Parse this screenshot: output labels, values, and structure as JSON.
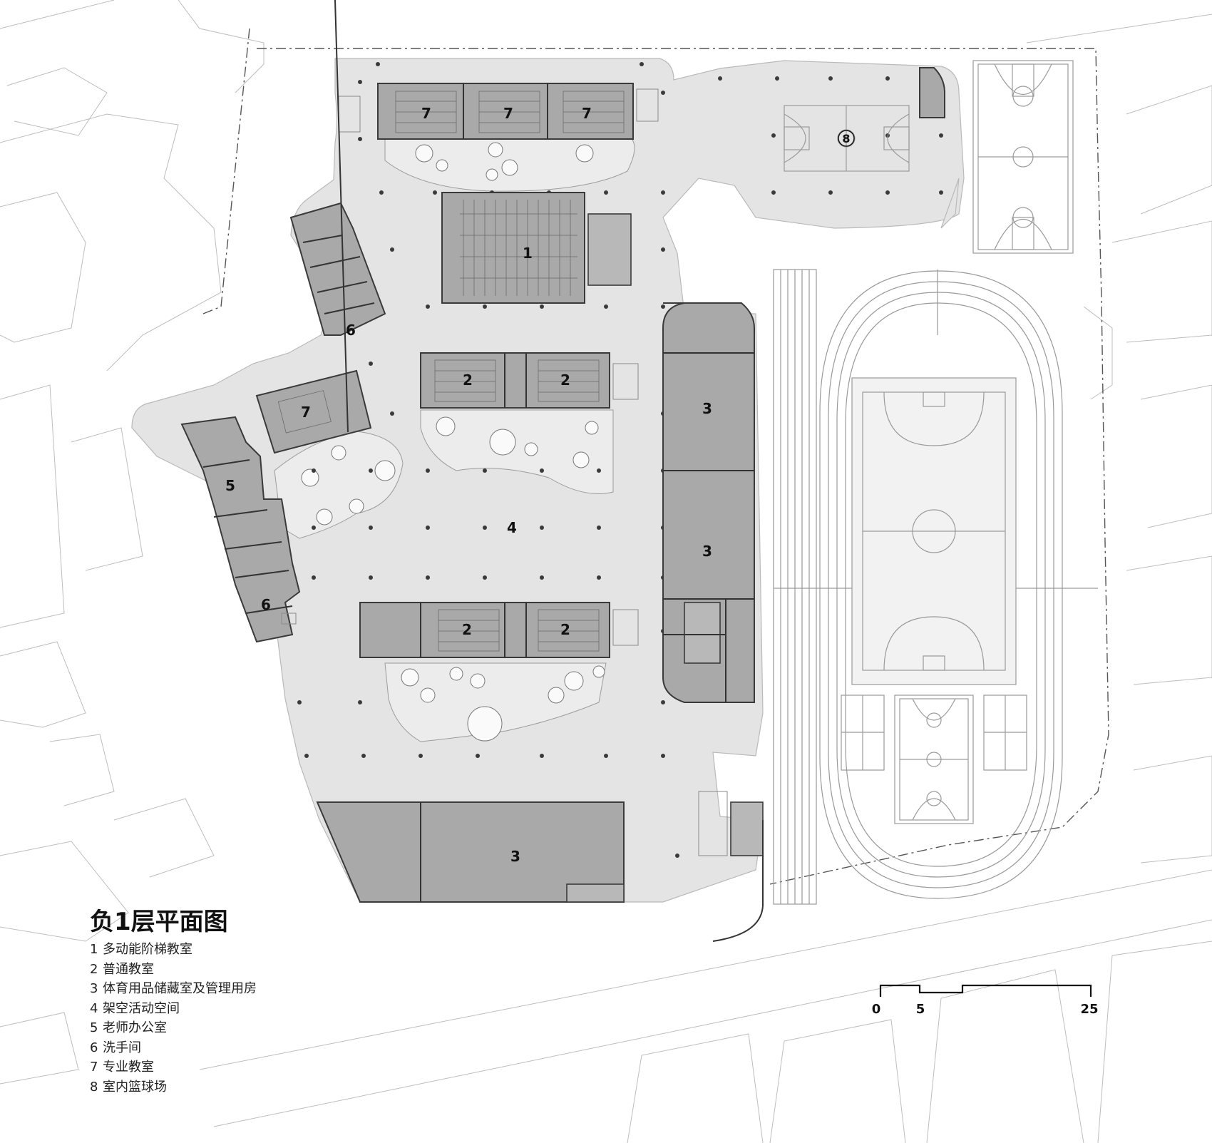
{
  "drawing_title": "负1层平面图",
  "legend": [
    {
      "num": "1",
      "text": "多动能阶梯教室"
    },
    {
      "num": "2",
      "text": "普通教室"
    },
    {
      "num": "3",
      "text": "体育用品储藏室及管理用房"
    },
    {
      "num": "4",
      "text": "架空活动空间"
    },
    {
      "num": "5",
      "text": "老师办公室"
    },
    {
      "num": "6",
      "text": "洗手间"
    },
    {
      "num": "7",
      "text": "专业教室"
    },
    {
      "num": "8",
      "text": "室内篮球场"
    }
  ],
  "room_labels": {
    "r7a": "7",
    "r7b": "7",
    "r7c": "7",
    "r7d": "7",
    "r1": "1",
    "r2a": "2",
    "r2b": "2",
    "r2c": "2",
    "r2d": "2",
    "r3a": "3",
    "r3b": "3",
    "r3c": "3",
    "r4": "4",
    "r5": "5",
    "r6a": "6",
    "r6b": "6",
    "r8": "8"
  },
  "scale": {
    "ticks": [
      "0",
      "5",
      "25"
    ]
  },
  "colors": {
    "site": "#e4e4e4",
    "rooms": "#a9a9a9",
    "walls": "#333333",
    "context": "#bdbdbd"
  }
}
